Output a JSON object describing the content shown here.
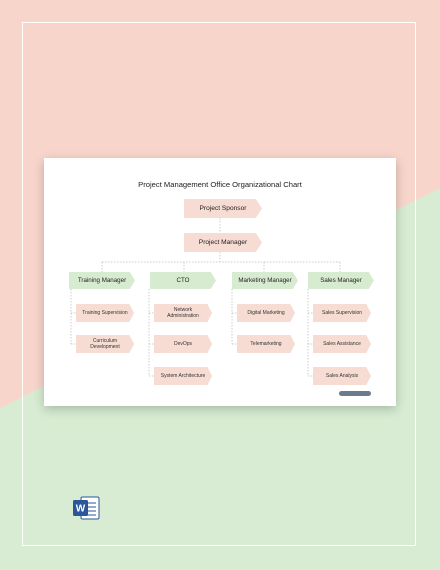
{
  "colors": {
    "bg_pink": "#f7d5cb",
    "bg_green": "#d7ecd2",
    "node_green": "#d6ebcf",
    "node_pink": "#f6dcd2",
    "word_blue": "#2b579a"
  },
  "chart": {
    "title": "Project Management Office Organizational Chart",
    "sponsor": "Project Sponsor",
    "manager": "Project Manager",
    "departments": [
      {
        "lead": "Training Manager",
        "items": [
          "Training Supervision",
          "Curriculum Development"
        ]
      },
      {
        "lead": "CTO",
        "items": [
          "Network Administration",
          "DevOps",
          "System Architecture"
        ]
      },
      {
        "lead": "Marketing Manager",
        "items": [
          "Digital Marketing",
          "Telemarketing"
        ]
      },
      {
        "lead": "Sales Manager",
        "items": [
          "Sales Supervision",
          "Sales Assistance",
          "Sales Analysis"
        ]
      }
    ]
  },
  "file_icon": {
    "name": "word-icon",
    "letter": "W"
  }
}
